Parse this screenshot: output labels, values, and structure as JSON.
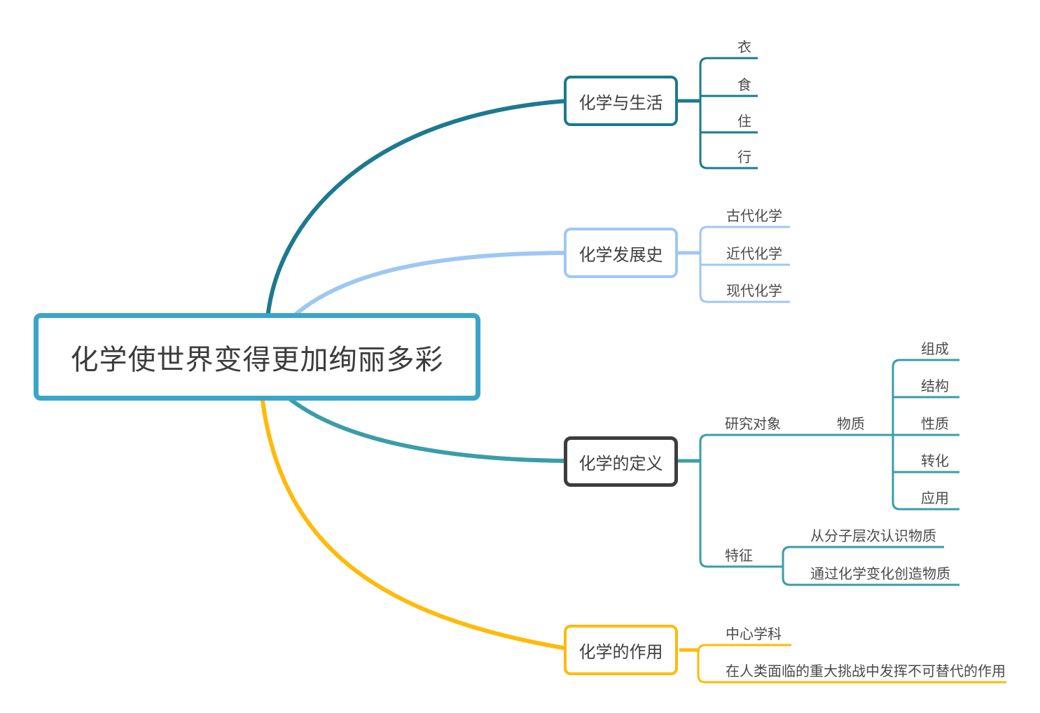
{
  "central": {
    "label": "化学使世界变得更加绚丽多彩",
    "border_color": "#3AA5C9"
  },
  "branches": [
    {
      "label": "化学与生活",
      "color": "#1C7A8E",
      "children": [
        {
          "label": "衣"
        },
        {
          "label": "食"
        },
        {
          "label": "住"
        },
        {
          "label": "行"
        }
      ]
    },
    {
      "label": "化学发展史",
      "color": "#9FC7F4",
      "children": [
        {
          "label": "古代化学"
        },
        {
          "label": "近代化学"
        },
        {
          "label": "现代化学"
        }
      ]
    },
    {
      "label": "化学的定义",
      "box_color": "#3D3D3D",
      "color": "#3A9DA8",
      "children": [
        {
          "label": "研究对象",
          "children": [
            {
              "label": "物质",
              "children": [
                {
                  "label": "组成"
                },
                {
                  "label": "结构"
                },
                {
                  "label": "性质"
                },
                {
                  "label": "转化"
                },
                {
                  "label": "应用"
                }
              ]
            }
          ]
        },
        {
          "label": "特征",
          "children": [
            {
              "label": "从分子层次认识物质"
            },
            {
              "label": "通过化学变化创造物质"
            }
          ]
        }
      ]
    },
    {
      "label": "化学的作用",
      "color": "#FFBA0A",
      "children": [
        {
          "label": "中心学科"
        },
        {
          "label": "在人类面临的重大挑战中发挥不可替代的作用"
        }
      ]
    }
  ]
}
